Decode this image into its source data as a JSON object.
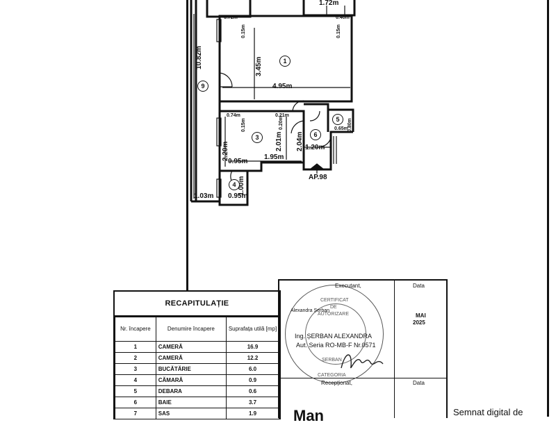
{
  "floor_plan": {
    "dimensions": {
      "d_172": "1.72m",
      "d_072": "0.72m",
      "d_015a": "0.15m",
      "d_040": "0.40m",
      "d_015b": "0.15m",
      "d_1082": "10.82m",
      "d_345": "3.45m",
      "d_495": "4.95m",
      "d_074": "0.74m",
      "d_015c": "0.15m",
      "d_021": "0.21m",
      "d_020": "0.20m",
      "d_220": "2.20m",
      "d_201": "2.01m",
      "d_204": "2.04m",
      "d_065": "0.65m",
      "d_080": "0.80m",
      "d_120": "1.20m",
      "d_095a": "0.95m",
      "d_195": "1.95m",
      "d_100": "1.00m",
      "d_103": "1.03m",
      "d_095b": "0.95m"
    },
    "rooms": [
      "1",
      "3",
      "4",
      "5",
      "6",
      "9"
    ],
    "apartment_label": "AP.98"
  },
  "recap": {
    "title": "RECAPITULAȚIE",
    "headers": [
      "Nr. încapere",
      "Denumire încapere",
      "Suprafața utilă [mp]"
    ],
    "rows": [
      {
        "nr": "1",
        "name": "CAMERĂ",
        "area": "16.9"
      },
      {
        "nr": "2",
        "name": "CAMERĂ",
        "area": "12.2"
      },
      {
        "nr": "3",
        "name": "BUCĂTĂRIE",
        "area": "6.0"
      },
      {
        "nr": "4",
        "name": "CĂMARĂ",
        "area": "0.9"
      },
      {
        "nr": "5",
        "name": "DEBARA",
        "area": "0.6"
      },
      {
        "nr": "6",
        "name": "BAIE",
        "area": "3.7"
      },
      {
        "nr": "7",
        "name": "SAS",
        "area": "1.9"
      }
    ]
  },
  "executant": {
    "label": "Executant,",
    "date_label": "Data",
    "signer_small": "Alexandra Șerban",
    "name": "Ing. ȘERBAN ALEXANDRA",
    "authorization": "Aut. Seria RO-MB-F Nr.0571",
    "date_value_month": "MAI",
    "date_value_year": "2025",
    "received_label": "Recepționat,",
    "date_label_2": "Data",
    "bottom_left": "Man",
    "bottom_right": "Semnat digital de"
  },
  "stamp": {
    "line1": "CERTIFICAT",
    "line2": "DE",
    "line3": "AUTORIZARE",
    "line4": "ȘERBAN",
    "line5": "CATEGORIA"
  }
}
